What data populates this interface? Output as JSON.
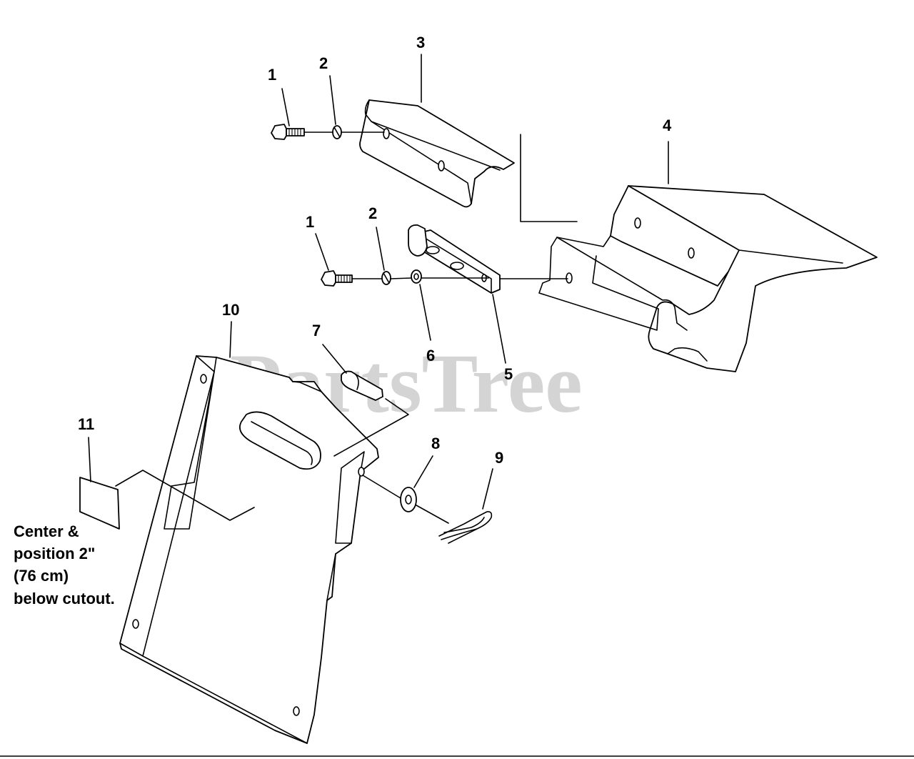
{
  "diagram": {
    "watermark": "PartsTree",
    "callouts": {
      "p1a": "1",
      "p2a": "2",
      "p3": "3",
      "p4": "4",
      "p1b": "1",
      "p2b": "2",
      "p5": "5",
      "p6": "6",
      "p7": "7",
      "p8": "8",
      "p9": "9",
      "p10": "10",
      "p11": "11"
    },
    "note": {
      "line1": "Center &",
      "line2": "position 2\"",
      "line3": "(76 cm)",
      "line4": "below cutout."
    }
  }
}
